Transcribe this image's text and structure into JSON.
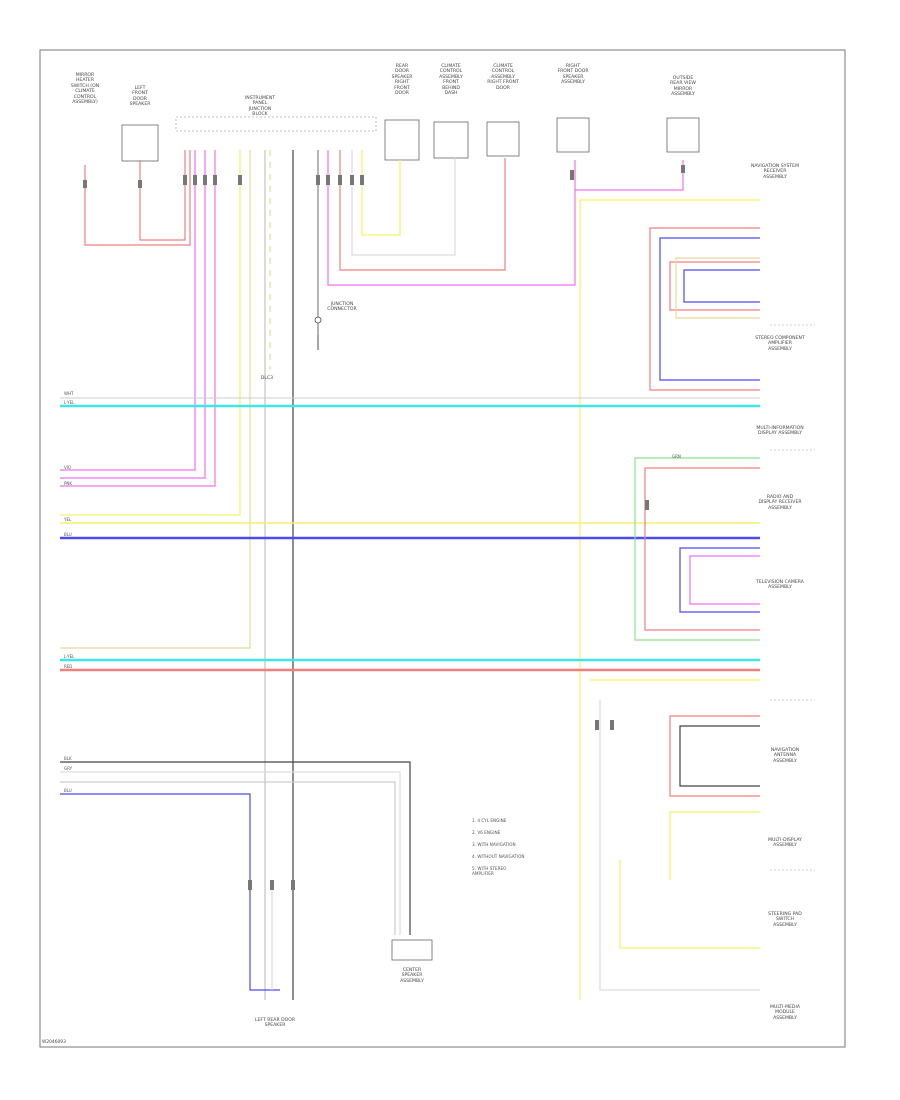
{
  "diagram": {
    "figure_code": "W2046093",
    "colors": {
      "red": "#f08080",
      "magenta": "#f070f0",
      "yellow": "#f7f06a",
      "cyan": "#3fe6e6",
      "blue": "#4b4bf0",
      "green": "#8ee08e",
      "black": "#444444",
      "gray": "#bbbbbb"
    },
    "components": {
      "top_left_1": "MIRROR\nHEATER\nSWITCH (ON\nCLIMATE\nCONTROL\nASSEMBLY)",
      "top_left_2": "LEFT\nFRONT\nDOOR\nSPEAKER",
      "junction": "INSTRUMENT\nPANEL\nJUNCTION\nBLOCK",
      "top_mid_1": "REAR\nDOOR\nSPEAKER\nRIGHT\nFRONT\nDOOR",
      "top_mid_2": "CLIMATE\nCONTROL\nASSEMBLY\nFRONT\nBEHIND\nDASH",
      "top_mid_3": "CLIMATE\nCONTROL\nASSEMBLY\nRIGHT FRONT\nDOOR",
      "top_right_1": "RIGHT\nFRONT DOOR\nSPEAKER\nASSEMBLY",
      "top_right_2": "OUTSIDE\nREAR VIEW\nMIRROR\nASSEMBLY",
      "r1": "NAVIGATION SYSTEM\nRECEIVER\nASSEMBLY",
      "r2": "STEREO COMPONENT\nAMPLIFIER\nASSEMBLY",
      "r3": "MULTI-INFORMATION\nDISPLAY ASSEMBLY",
      "r4": "RADIO AND\nDISPLAY RECEIVER\nASSEMBLY",
      "r5": "TELEVISION CAMERA\nASSEMBLY",
      "r6": "NAVIGATION\nANTENNA\nASSEMBLY",
      "r7": "MULTI-DISPLAY\nASSEMBLY",
      "r8": "STEERING PAD\nSWITCH\nASSEMBLY",
      "r9": "MULTI-MEDIA\nMODULE\nASSEMBLY",
      "bottom_mid": "CENTER\nSPEAKER\nASSEMBLY",
      "bottom_left": "LEFT REAR DOOR\nSPEAKER",
      "dlc": "DLC3",
      "junction_connector": "JUNCTION\nCONNECTOR"
    },
    "legend": [
      "1. 4 CYL ENGINE",
      "2. V6 ENGINE",
      "3. WITH NAVIGATION",
      "4. WITHOUT NAVIGATION",
      "5. WITH STEREO\n  AMPLIFIER"
    ],
    "wire_labels": {
      "w_bus_cyan": "L-YEL",
      "w_bus_gray": "WHT",
      "w_mag": "VIO",
      "w_pink": "PNK",
      "w_yel": "YEL",
      "w_blu": "BLU",
      "w_red": "RED",
      "w_grn": "GRN",
      "w_blk": "BLK",
      "w_gry": "GRY"
    }
  }
}
